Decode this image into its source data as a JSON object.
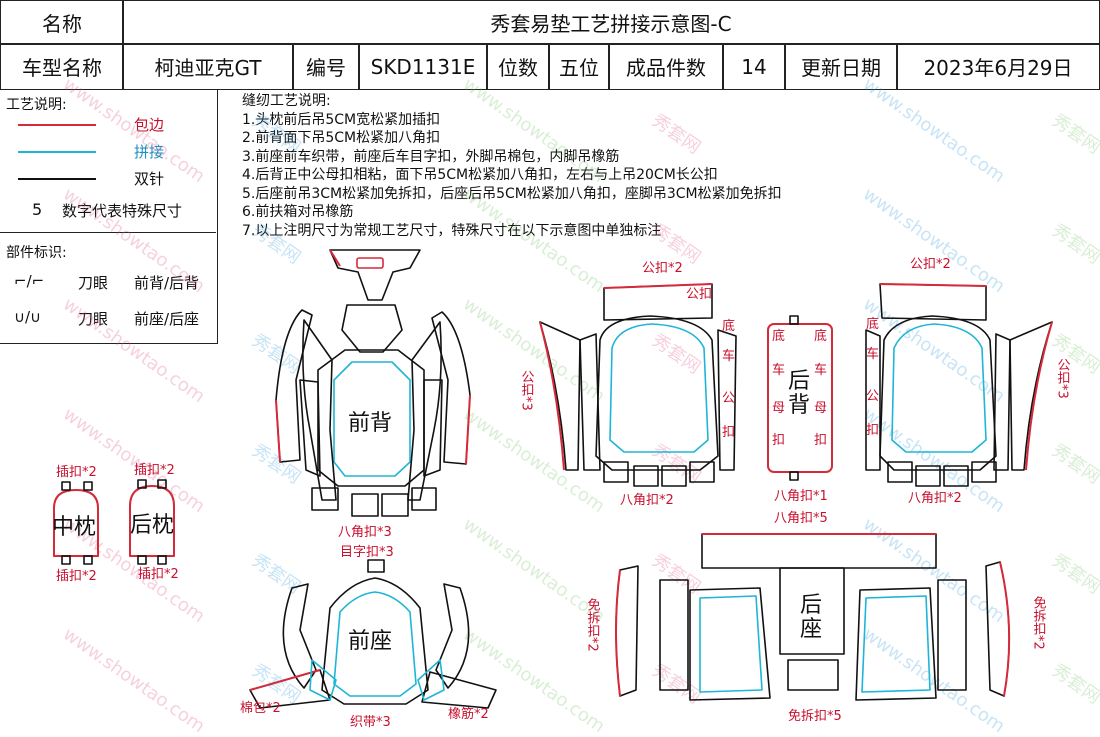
{
  "header": {
    "name_label": "名称",
    "doc_title": "秀套易垫工艺拼接示意图-C",
    "model_label": "车型名称",
    "model_value": "柯迪亚克GT",
    "code_label": "编号",
    "code_value": "SKD1131E",
    "seats_label": "位数",
    "seats_value": "五位",
    "pieces_label": "成品件数",
    "pieces_value": "14",
    "date_label": "更新日期",
    "date_value": "2023年6月29日"
  },
  "legend": {
    "title": "工艺说明:",
    "items": [
      {
        "label": "包边",
        "color": "#d42a3a"
      },
      {
        "label": "拼接",
        "color": "#1fb5d6"
      },
      {
        "label": "双针",
        "color": "#111111"
      }
    ],
    "special_num": "5",
    "special_text": "数字代表特殊尺寸",
    "parts_title": "部件标识:",
    "part1_symbol": "⌐/⌐",
    "part1_text": "刀眼",
    "part1_desc": "前背/后背",
    "part2_symbol": "∪/∪",
    "part2_text": "刀眼",
    "part2_desc": "前座/后座"
  },
  "notes": {
    "title": "缝纫工艺说明:",
    "lines": [
      "1.头枕前后吊5CM宽松紧加插扣",
      "2.前背面下吊5CM松紧加八角扣",
      "3.前座前车织带，前座后车目字扣，外脚吊棉包，内脚吊橡筋",
      "4.后背正中公母扣相粘，面下吊5CM松紧加八角扣，左右与上吊20CM长公扣",
      "5.后座前吊3CM松紧加免拆扣，后座后吊5CM松紧加八角扣，座脚吊3CM松紧加免拆扣",
      "6.前扶箱对吊橡筋",
      "7.以上注明尺寸为常规工艺尺寸，特殊尺寸在以下示意图中单独标注"
    ]
  },
  "labels": {
    "front_back": "前背",
    "front_seat": "前座",
    "rear_back": "后背",
    "rear_seat": "后座",
    "mid_pillow": "中枕",
    "rear_pillow": "后枕",
    "clip_a1": "插扣*2",
    "clip_a2": "插扣*2",
    "clip_a3": "插扣*2",
    "clip_a4": "插扣*2",
    "octa3": "八角扣*3",
    "eye3": "目字扣*3",
    "cotton2": "棉包*2",
    "web3": "织带*3",
    "rubber2": "橡筋*2",
    "male2_l": "公扣*2",
    "male2_r": "公扣*2",
    "male3_l": "公扣*3",
    "male3_r": "公扣*3",
    "male_small": "公扣",
    "octa2_l": "八角扣*2",
    "octa1": "八角扣*1",
    "octa2_r": "八角扣*2",
    "octa5": "八角扣*5",
    "free2_l": "免拆扣*2",
    "free2_r": "免拆扣*2",
    "free5": "免拆扣*5",
    "side_di": "底",
    "side_che": "车",
    "side_mu": "母",
    "side_kou": "扣",
    "side_gong": "公"
  },
  "watermark": {
    "text1": "秀套网",
    "text2": "www.showtao.com"
  },
  "colors": {
    "edge": "#d42a3a",
    "splice": "#1fb5d6",
    "double": "#111111",
    "label": "#c8102e"
  }
}
